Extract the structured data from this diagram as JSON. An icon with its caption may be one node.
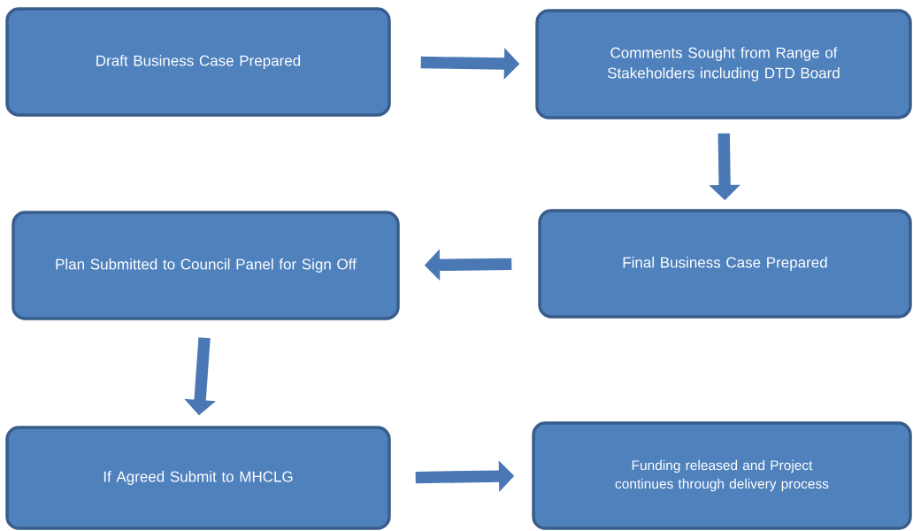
{
  "diagram": {
    "nodes": [
      {
        "text": [
          "Draft Business Case Prepared"
        ]
      },
      {
        "text": [
          "Comments Sought from Range of Stakeholders including DTD Board"
        ]
      },
      {
        "text": [
          "Final Business Case Prepared"
        ]
      },
      {
        "text": [
          "Plan Submitted to Council Panel for Sign Off"
        ]
      },
      {
        "text": [
          "If Agreed Submit to MHCLG"
        ]
      },
      {
        "text": [
          "Funding released and Project continues through delivery process"
        ]
      }
    ],
    "edges": [
      {
        "from": 0,
        "to": 1,
        "arrow": "to"
      },
      {
        "from": 1,
        "to": 2,
        "arrow": "to"
      },
      {
        "from": 2,
        "to": 3,
        "arrow": "to"
      },
      {
        "from": 3,
        "to": 4,
        "arrow": "to"
      },
      {
        "from": 4,
        "to": 5,
        "arrow": "to"
      }
    ]
  }
}
